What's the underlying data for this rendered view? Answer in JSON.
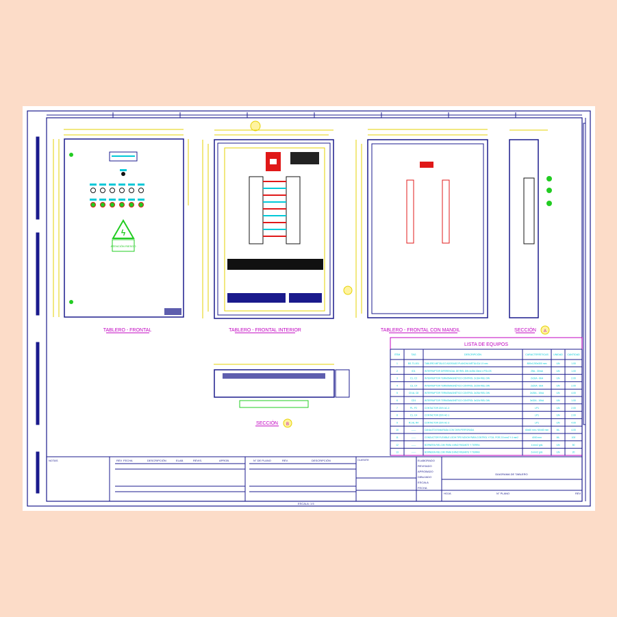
{
  "views": {
    "front": "TABLERO - FRONTAL",
    "interior": "TABLERO - FRONTAL INTERIOR",
    "mandil": "TABLERO - FRONTAL CON MANDIL",
    "section_a": "SECCIÓN",
    "section_a_tag": "A",
    "section_b": "SECCIÓN",
    "section_b_tag": "B",
    "scale": "1:5"
  },
  "warning_sign": "ATENCIÓN RIESGO",
  "equipment_list": {
    "title": "LISTA DE EQUIPOS",
    "headers": [
      "ITEM",
      "TAG",
      "DESCRIPCIÓN",
      "CARACTERÍSTICAS",
      "UNIDAD",
      "CANTIDAD"
    ],
    "rows": [
      [
        "1",
        "BS-T1-001",
        "TABLERO METÁLICO ADOSADO PLANCHA METÁLICA 1.5 mm",
        "800x1200x300 mm",
        "UN",
        "1.00"
      ],
      [
        "2",
        "ID1",
        "INTERRUPTOR DIFERENCIAL DE RIEL DIN 4x25A 30mA 4 POLOS",
        "25A - 30mA",
        "UN",
        "1.00"
      ],
      [
        "3",
        "C1, C2",
        "INTERRUPTOR TERMOMAGNÉTICO CONTROL 2x16A RIEL DIN",
        "2x16A - 6kA",
        "UN",
        "2.00"
      ],
      [
        "4",
        "C3, C4",
        "INTERRUPTOR TERMOMAGNÉTICO CONTROL 2x20A RIEL DIN",
        "2x20A - 6kA",
        "UN",
        "2.00"
      ],
      [
        "5",
        "C5 AL C8",
        "INTERRUPTOR TERMOMAGNÉTICO CONTROL 2x25A RIEL DIN",
        "2x25A - 10kA",
        "UN",
        "4.00"
      ],
      [
        "6",
        "CD1",
        "INTERRUPTOR TERMOMAGNÉTICO CONTROL 3x32A RIEL DIN",
        "3x32A - 10kA",
        "UN",
        "1.00"
      ],
      [
        "7",
        "PL, P2",
        "CONTACTOR 220V AC-3",
        "LP1",
        "UN",
        "2.00"
      ],
      [
        "8",
        "C1, C4",
        "CONTACTOR 220V AC-1",
        "LP1",
        "UN",
        "2.00"
      ],
      [
        "9",
        "R1 AL R4",
        "CONTACTOR 220V AC-3",
        "LP1",
        "UN",
        "4.00"
      ],
      [
        "10",
        "------",
        "CANALETA RANURADA CON TAPA PERFORADA",
        "40x60 mm / 60x60 mm",
        "ML",
        "4.00"
      ],
      [
        "11",
        "------",
        "CONDUCTOR FLEXIBLE LSOH TIPO N2XOH PARA CONTROL Y FZA. POR 2.5 mm2 Y 4 mm2",
        "4000 mm",
        "ML",
        "100"
      ],
      [
        "12",
        "------",
        "BORNERA RIEL DIN PARA 4 MM2 PASANTE Y TIERRA",
        "4 mm2 gris",
        "UN",
        "50"
      ],
      [
        "13",
        "------",
        "BORNERA RIEL DIN PARA 6 MM2 PASANTE Y TIERRA",
        "6 mm2 gris",
        "UN",
        "20"
      ]
    ]
  },
  "title_block": {
    "notes": "NOTAS",
    "headers": [
      "REV",
      "FECHA",
      "DESCRIPCIÓN",
      "ELAB.",
      "REVIS.",
      "APROB."
    ],
    "ref_headers": [
      "N° DE PLANO",
      "REV.",
      "DESCRIPCIÓN"
    ],
    "client": "CLIENTE",
    "project_title": "DIAGRAMA DE TABLERO",
    "fields": [
      "ELABORADO",
      "REVISADO",
      "APROBADO",
      "DIBUJADO",
      "ESCALA",
      "FECHA"
    ],
    "sheet": "HOJA",
    "drawing_no": "N° PLANO",
    "rev": "REV",
    "scale_label": "ESCALA: 1:5"
  },
  "colors": {
    "border": "#1a1a8c",
    "dim": "#e6d200",
    "cyan": "#00c8d8",
    "green": "#22cc22",
    "red": "#e01818",
    "magenta": "#c000c0",
    "peach": "#fcdcc8"
  }
}
